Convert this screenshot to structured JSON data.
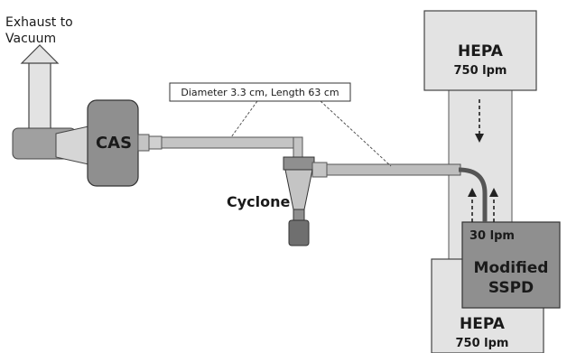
{
  "labels": {
    "exhaust_line1": "Exhaust to",
    "exhaust_line2": "Vacuum",
    "cas": "CAS",
    "cyclone": "Cyclone",
    "callout": "Diameter 3.3 cm, Length 63 cm",
    "hepa_top_name": "HEPA",
    "hepa_top_flow": "750 lpm",
    "hepa_bottom_name": "HEPA",
    "hepa_bottom_flow": "750 lpm",
    "sspd_flow": "30 lpm",
    "sspd_line1": "Modified",
    "sspd_line2": "SSPD"
  },
  "colors": {
    "light_fill": "#e3e3e3",
    "mid_fill": "#c4c4c4",
    "dark_fill": "#8f8f8f",
    "stroke": "#3a3a3a"
  }
}
